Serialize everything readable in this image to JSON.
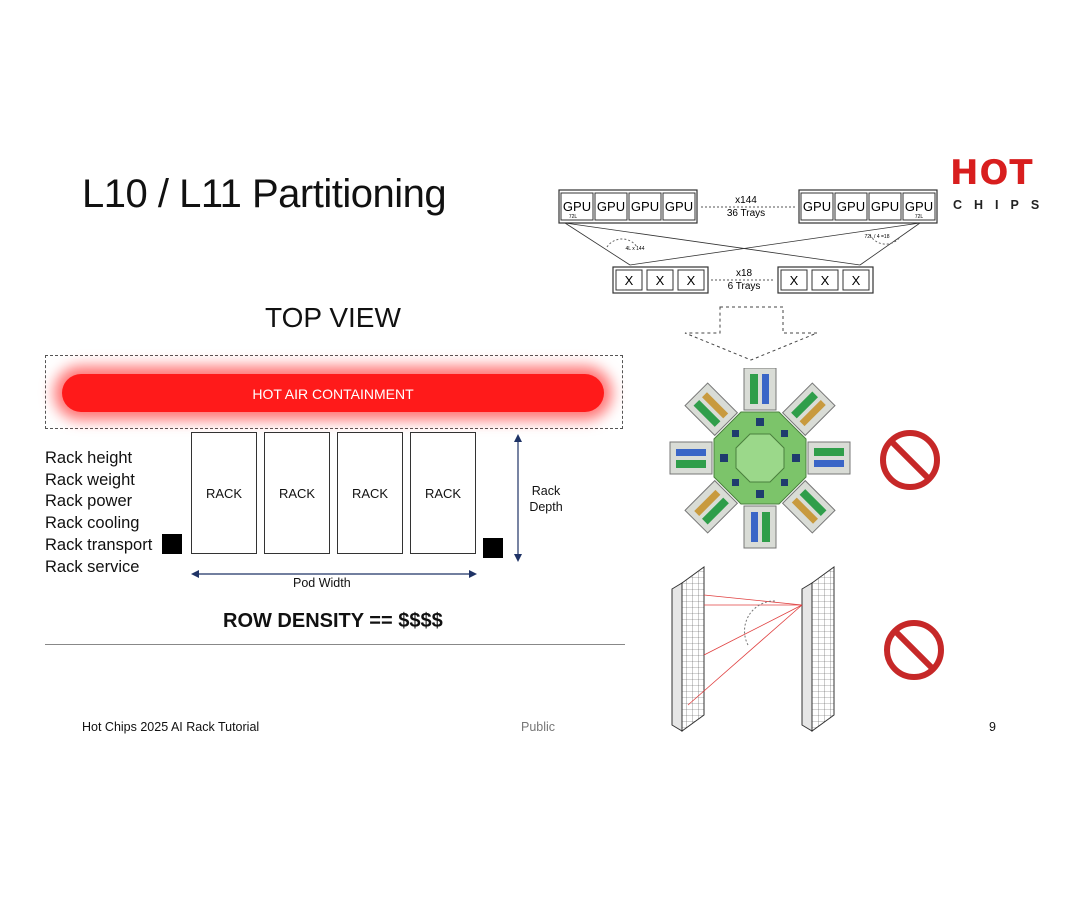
{
  "slide": {
    "title": "L10 / L11 Partitioning",
    "top_view": "TOP VIEW",
    "hot_air": "HOT AIR CONTAINMENT",
    "racks": [
      "RACK",
      "RACK",
      "RACK",
      "RACK"
    ],
    "rack_depth": [
      "Rack",
      "Depth"
    ],
    "pod_width": "Pod Width",
    "requirements": [
      "Rack height",
      "Rack weight",
      "Rack power",
      "Rack cooling",
      "Rack transport",
      "Rack service"
    ],
    "row_density": "ROW DENSITY == $$$$",
    "footer_left": "Hot Chips 2025 AI Rack Tutorial",
    "footer_center": "Public",
    "page_number": "9"
  },
  "logo": {
    "top": "HOT",
    "bottom": "CHIPS",
    "color": "#d81e1e"
  },
  "topology": {
    "gpu_label": "GPU",
    "switch_label": "X",
    "gpu_count": "x144",
    "gpu_trays": "36 Trays",
    "switch_count": "x18",
    "switch_trays": "6 Trays",
    "gpu_port": "72L",
    "switch_port": "4L x 144",
    "switch_port_right": "72L / 4 =18"
  },
  "icons": [
    "no-sign-icon",
    "no-sign-icon"
  ]
}
